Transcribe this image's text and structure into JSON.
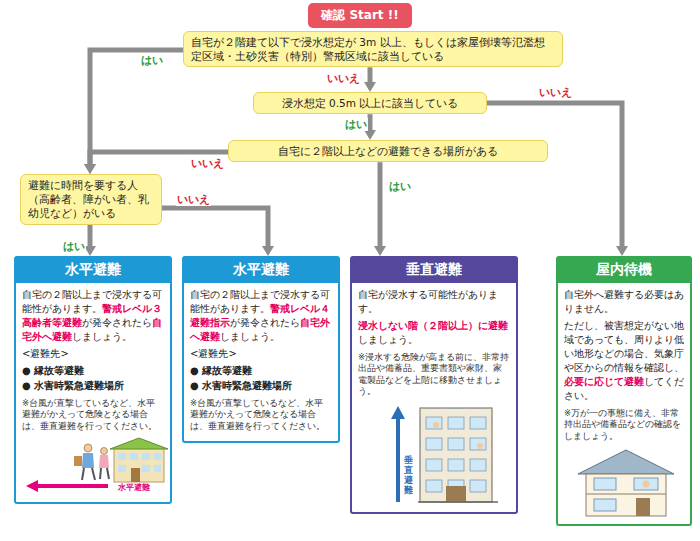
{
  "diagram": {
    "nodes": [
      {
        "text": [
          "確認 Start !!"
        ]
      },
      {
        "text": [
          "自宅が２階建て以下で浸水想定が 3m 以上、もしくは家屋倒壊等氾濫想定区域・土砂災害（特別）警戒区域に該当している"
        ]
      },
      {
        "text": [
          "浸水想定 0.5m 以上に該当している"
        ]
      },
      {
        "text": [
          "自宅に２階以上などの避難できる場所がある"
        ]
      },
      {
        "text": [
          "避難に時間を要する人（高齢者、障がい者、乳幼児など）がいる"
        ]
      },
      {
        "text": [
          "水平避難",
          "自宅の２階以上まで浸水する可能性があります。",
          "警戒レベル３ 高齢者等避難",
          "が発令されたら",
          "自宅外へ避難",
          "しましょう。",
          "<避難先>",
          "● 縁故等避難",
          "● 水害時緊急避難場所",
          "※台風が直撃しているなど、水平避難がかえって危険となる場合は、垂直避難を行ってください。"
        ]
      },
      {
        "text": [
          "水平避難",
          "自宅の２階以上まで浸水する可能性があります。",
          "警戒レベル４ 避難指示",
          "が発令されたら",
          "自宅外へ避難",
          "しましょう。",
          "<避難先>",
          "● 縁故等避難",
          "● 水害時緊急避難場所",
          "※台風が直撃しているなど、水平避難がかえって危険となる場合は、垂直避難を行ってください。"
        ]
      },
      {
        "text": [
          "垂直避難",
          "自宅が浸水する可能性があります。",
          "浸水しない階（２階以上）に避難",
          "しましょう。",
          "※浸水する危険が高まる前に、非常持出品や備蓄品、重要書類や家財、家電製品などを上階に移動させましょう。"
        ]
      },
      {
        "text": [
          "屋内待機",
          "自宅外へ避難する必要はありません。",
          "ただし、被害想定がない地域であっても、周りより低い地形などの場合、気象庁や区からの情報を確認し、",
          "必要に応じて避難",
          "してください。",
          "※万が一の事態に備え、非常持出品や備蓄品などの確認をしましょう。"
        ]
      }
    ],
    "edges": [
      {
        "from": 0,
        "to": 1,
        "arrow": "to"
      },
      {
        "from": 1,
        "to": 4,
        "label": "はい",
        "arrow": "to"
      },
      {
        "from": 1,
        "to": 2,
        "label": "いいえ",
        "arrow": "to"
      },
      {
        "from": 2,
        "to": 3,
        "label": "はい",
        "arrow": "to"
      },
      {
        "from": 2,
        "to": 8,
        "label": "いいえ",
        "arrow": "to"
      },
      {
        "from": 3,
        "to": 4,
        "label": "いいえ",
        "arrow": "to"
      },
      {
        "from": 3,
        "to": 7,
        "label": "はい",
        "arrow": "to"
      },
      {
        "from": 4,
        "to": 5,
        "label": "はい",
        "arrow": "to"
      },
      {
        "from": 4,
        "to": 6,
        "label": "いいえ",
        "arrow": "to"
      }
    ],
    "labels": [
      "水平避難",
      "垂直避難"
    ]
  }
}
